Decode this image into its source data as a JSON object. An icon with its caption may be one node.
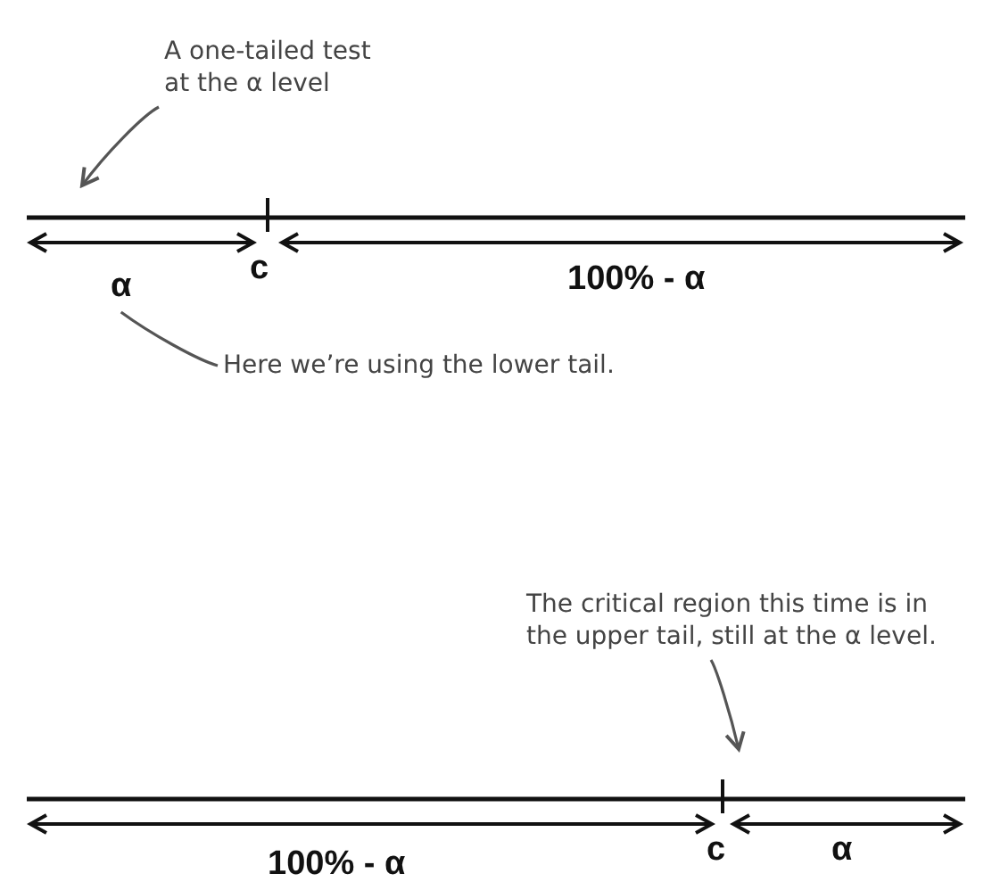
{
  "diagram": {
    "nodes": [
      {
        "text": [
          "A one-tailed test at the α level"
        ]
      },
      {
        "text": [
          "α"
        ]
      },
      {
        "text": [
          "Here we’re using the lower tail."
        ]
      },
      {
        "text": [
          "The critical region this time is in the upper tail, still at the α level."
        ]
      }
    ],
    "edges": [
      {
        "from": 0,
        "to": null,
        "arrow": "to"
      },
      {
        "from": 2,
        "to": 1,
        "arrow": "none"
      },
      {
        "from": 3,
        "to": null,
        "arrow": "to"
      }
    ],
    "labels": [
      "c",
      "100% - α",
      "100% - α",
      "c",
      "α"
    ]
  }
}
